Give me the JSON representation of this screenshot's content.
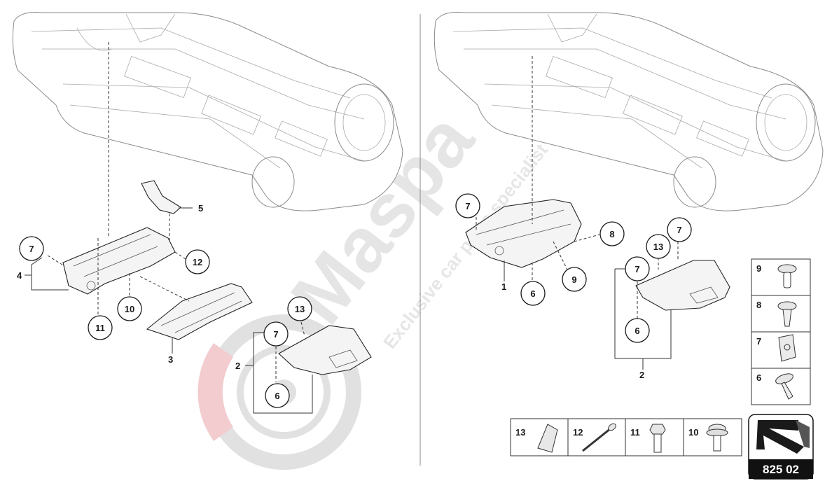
{
  "diagram": {
    "page_code": "825 02",
    "watermark": {
      "brand": "Maspa",
      "tagline": "Exclusive car parts specialist"
    },
    "left_callouts": [
      "5",
      "7",
      "4",
      "12",
      "10",
      "11",
      "3",
      "13",
      "7",
      "2",
      "6"
    ],
    "right_callouts": [
      "7",
      "8",
      "1",
      "9",
      "6",
      "7",
      "13",
      "7",
      "6",
      "2"
    ],
    "legend_right": [
      "9",
      "8",
      "7",
      "6"
    ],
    "legend_bottom": [
      "13",
      "12",
      "11",
      "10"
    ]
  },
  "colors": {
    "ink": "#1a1a1a",
    "car_line": "#8a8a8a",
    "watermark_gray": "#c9c9c9",
    "watermark_red": "#e8a3a8"
  }
}
